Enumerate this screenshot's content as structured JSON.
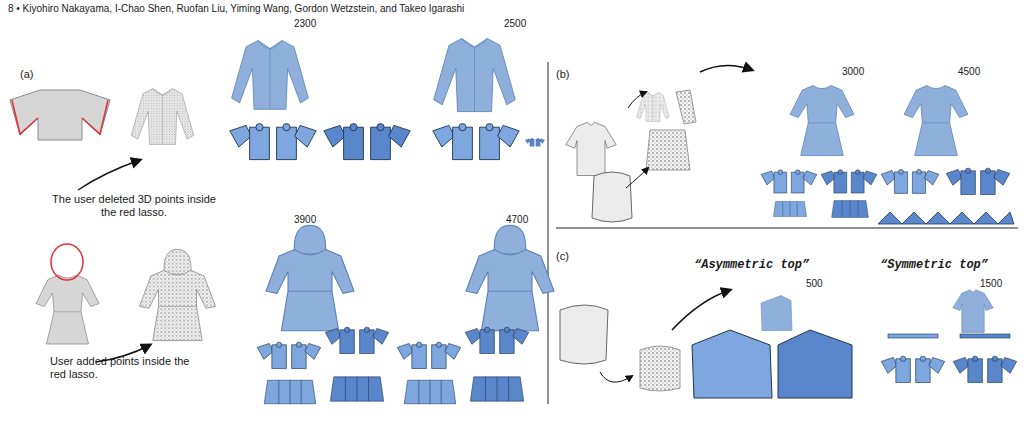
{
  "diagram": {
    "labels": [
      "8 • Kiyohiro Nakayama, I-Chao Shen, Ruofan Liu, Yiming Wang, Gordon Wetzstein, and Takeo Igarashi",
      "(a)",
      "2300",
      "2500",
      "(b)",
      "3000",
      "4500",
      "The user deleted 3D points inside the red lasso.",
      "3900",
      "4700",
      "(c)",
      "“Asymmetric top”",
      "“Symmetric top”",
      "500",
      "1500",
      "User added points inside the red lasso."
    ]
  }
}
